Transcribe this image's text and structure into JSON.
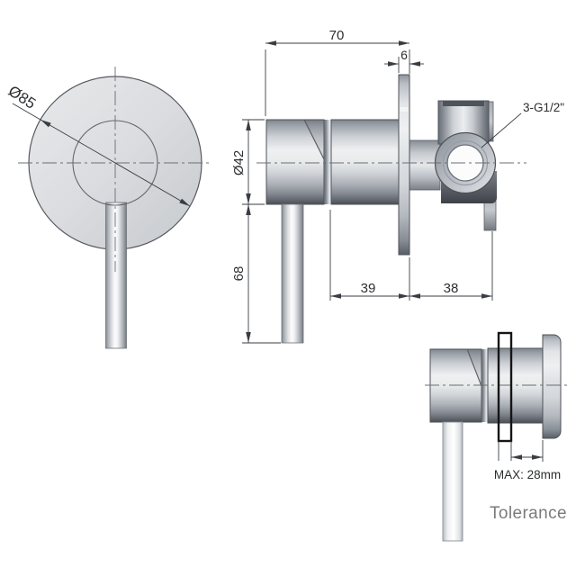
{
  "labels": {
    "plate_diameter": "Ø85",
    "total_width": "70",
    "flange_thickness": "6",
    "body_diameter": "Ø42",
    "handle_length": "68",
    "depth_front": "39",
    "depth_rear": "38",
    "thread": "3-G1/2\"",
    "max_wall": "MAX: 28mm",
    "tolerance_caption": "Tolerance"
  },
  "colors": {
    "background": "#ffffff",
    "outline": "#4e5257",
    "dim_line": "#3a3d42",
    "centerline": "#6a6d72",
    "text": "#2c2e30",
    "caption_gray": "#7b7b7b",
    "tolerance_box": "#151515",
    "metal_light": "#f1f2f4",
    "metal_dark": "#474b52"
  }
}
